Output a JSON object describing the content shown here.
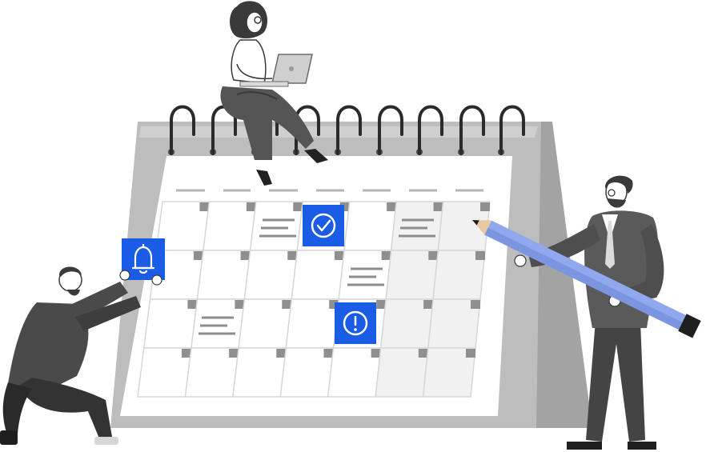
{
  "colors": {
    "accent": "#1a5ce6",
    "calendar_frame": "#b8b8b8",
    "calendar_side": "#9e9e9e",
    "calendar_page": "#ffffff",
    "cell_fill": "#f1f1f1",
    "cell_line": "#d7d7d7",
    "cell_tab": "#8f8f8f",
    "ring": "#2b2b2b",
    "suit_dark": "#3c3c3c",
    "suit_mid": "#5a5a5a",
    "pencil_body": "#8fa8ee",
    "pencil_tip": "#1f1f1f"
  },
  "icons": {
    "reminder": "bell-icon",
    "done": "check-circle-icon",
    "alert": "exclamation-circle-icon"
  },
  "figures": {
    "woman": "woman-with-laptop",
    "kneeling_man": "man-holding-bell-card",
    "standing_man": "man-holding-pencil"
  }
}
